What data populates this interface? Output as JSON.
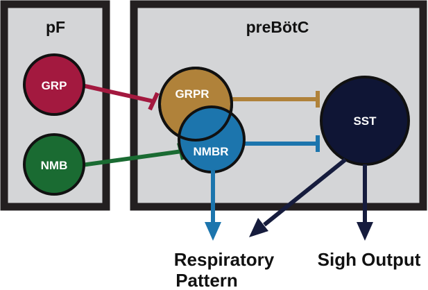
{
  "regions": {
    "pf": {
      "title": "pF"
    },
    "prebotc": {
      "title": "preBötC"
    }
  },
  "nodes": {
    "grp": {
      "label": "GRP"
    },
    "nmb": {
      "label": "NMB"
    },
    "grpr": {
      "label": "GRPR"
    },
    "nmbr": {
      "label": "NMBR"
    },
    "sst": {
      "label": "SST"
    }
  },
  "outputs": {
    "respiratory": {
      "line1": "Respiratory",
      "line2": "Pattern"
    },
    "sigh": {
      "label": "Sigh Output"
    }
  },
  "colors": {
    "box_fill": "#d4d5d7",
    "box_border": "#231f20",
    "grp": "#a3193f",
    "nmb": "#1a6b32",
    "grpr": "#b0823a",
    "nmbr": "#1c75ad",
    "sst": "#0f1535",
    "dark_arrow": "#161c3d"
  }
}
